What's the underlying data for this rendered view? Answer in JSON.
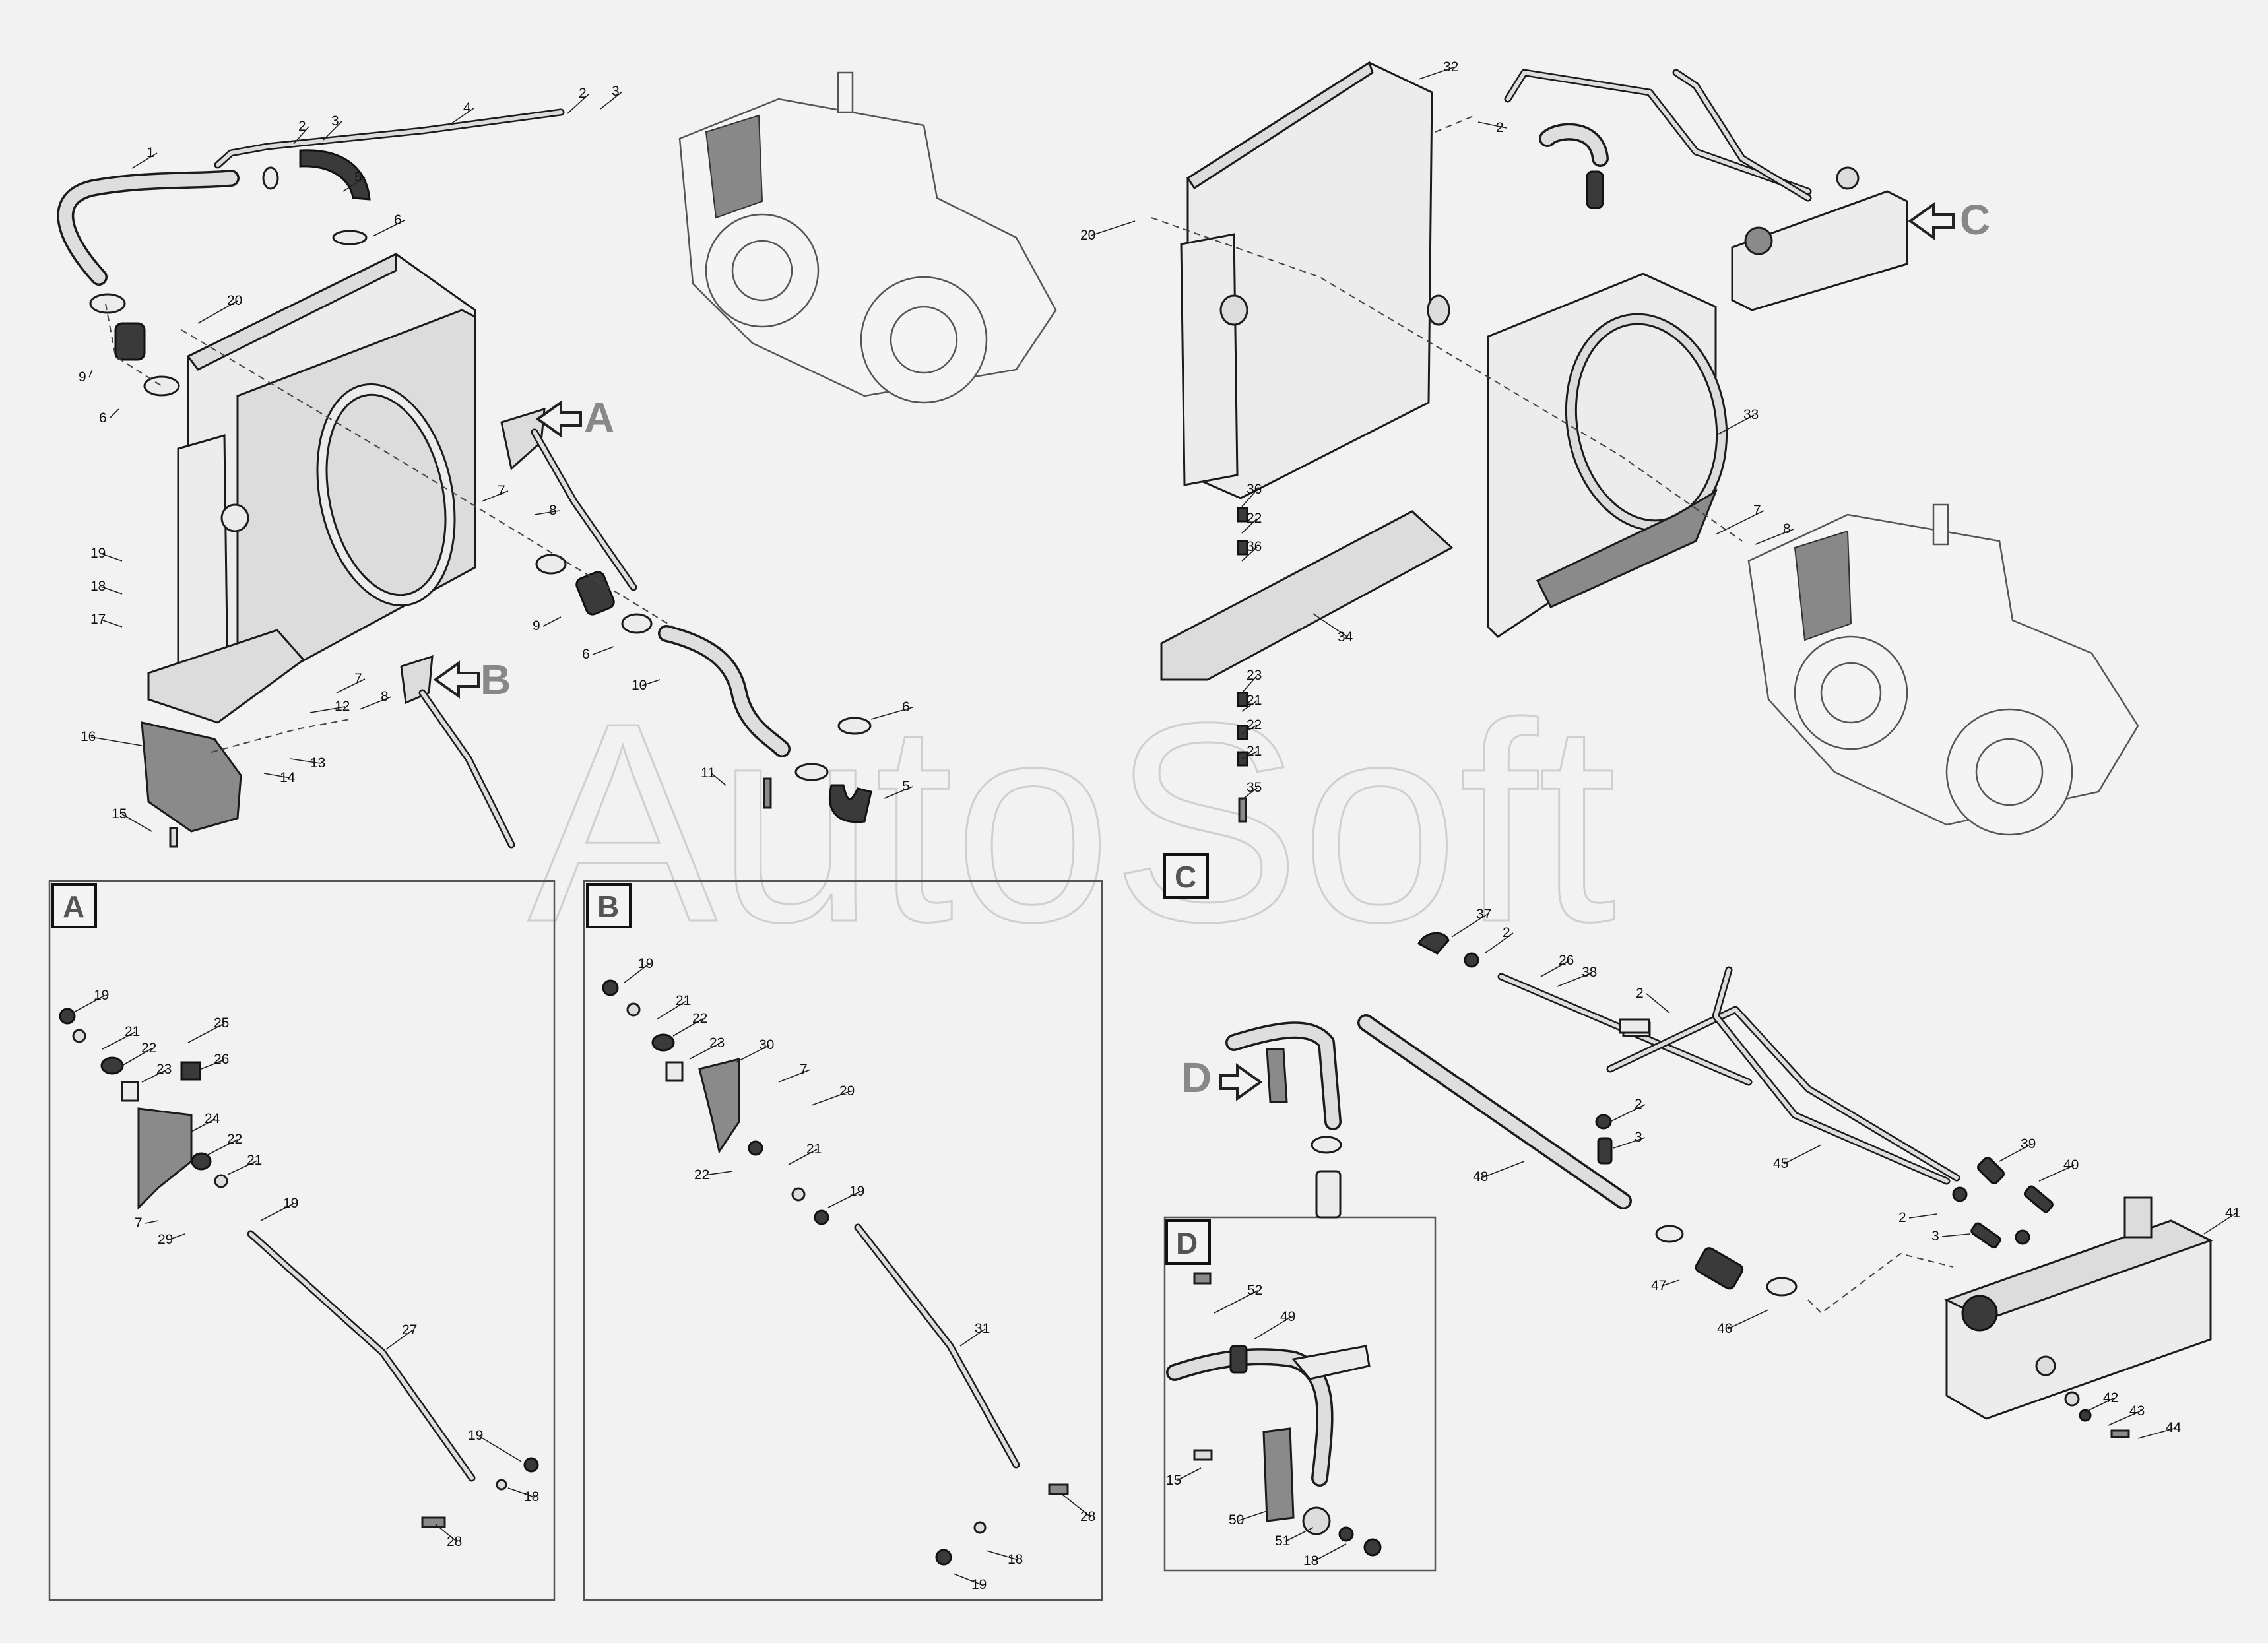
{
  "watermark": "AutoSoft",
  "callouts": {
    "a": "A",
    "b": "B",
    "c": "C",
    "d": "D"
  },
  "insets": {
    "a": "A",
    "b": "B",
    "c": "C",
    "d": "D"
  },
  "part_labels": {
    "l1": "1",
    "l2a": "2",
    "l3a": "3",
    "l4": "4",
    "l2b": "2",
    "l3b": "3",
    "l5a": "5",
    "l6a": "6",
    "l20a": "20",
    "l9a": "9",
    "l6b": "6",
    "l7a": "7",
    "l8a": "8",
    "l19a": "19",
    "l18a": "18",
    "l17": "17",
    "l9b": "9",
    "l6c": "6",
    "l10": "10",
    "l6d": "6",
    "l7b": "7",
    "l8b": "8",
    "l12": "12",
    "l13": "13",
    "l14": "14",
    "l16": "16",
    "l15a": "15",
    "l11": "11",
    "l5b": "5",
    "l32": "32",
    "l2c": "2",
    "l20b": "20",
    "l33": "33",
    "l7c": "7",
    "l8c": "8",
    "l36a": "36",
    "l22a": "22",
    "l36b": "36",
    "l34": "34",
    "l23a": "23",
    "l21a": "21",
    "l22b": "22",
    "l21b": "21",
    "l35": "35",
    "A19a": "19",
    "A21a": "21",
    "A22a": "22",
    "A25": "25",
    "A23": "23",
    "A26": "26",
    "A24": "24",
    "A22b": "22",
    "A21b": "21",
    "A7": "7",
    "A29": "29",
    "A19b": "19",
    "A27": "27",
    "A19c": "19",
    "A18": "18",
    "A28": "28",
    "B19a": "19",
    "B21a": "21",
    "B22a": "22",
    "B23": "23",
    "B30": "30",
    "B7": "7",
    "B29": "29",
    "B22b": "22",
    "B21b": "21",
    "B19b": "19",
    "B31": "31",
    "B28": "28",
    "B18": "18",
    "B19c": "19",
    "C37": "37",
    "C2a": "2",
    "C26": "26",
    "C38": "38",
    "C2b": "2",
    "C2c": "2",
    "C3a": "3",
    "C45": "45",
    "C48": "48",
    "C39": "39",
    "C40": "40",
    "C2d": "2",
    "C3b": "3",
    "C41": "41",
    "C47": "47",
    "C46": "46",
    "C42": "42",
    "C43": "43",
    "C44": "44",
    "D52": "52",
    "D49": "49",
    "D15": "15",
    "D50": "50",
    "D51": "51",
    "D18": "18"
  }
}
